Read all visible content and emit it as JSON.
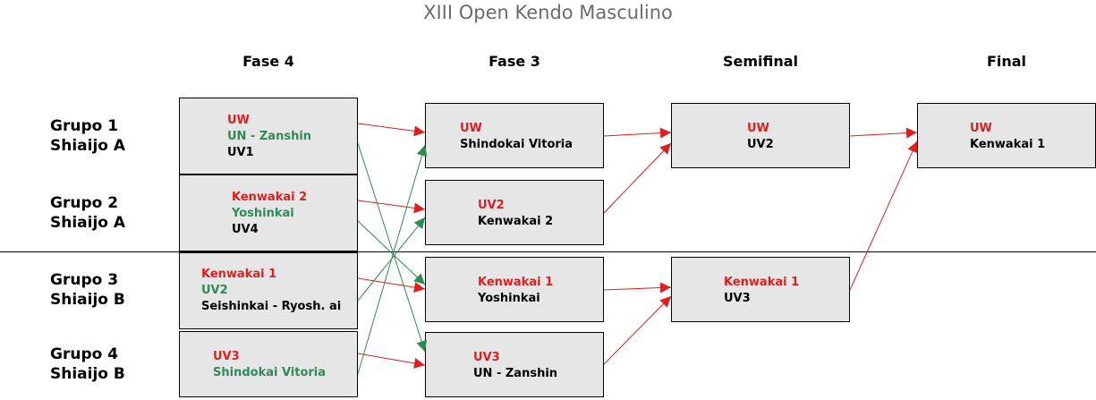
{
  "title": "XIII Open Kendo Masculino",
  "columns": [
    "Fase 4",
    "Fase 3",
    "Semifinal",
    "Final"
  ],
  "groups": [
    {
      "line1": "Grupo 1",
      "line2": "Shiaijo A"
    },
    {
      "line1": "Grupo 2",
      "line2": "Shiaijo A"
    },
    {
      "line1": "Grupo 3",
      "line2": "Shiaijo B"
    },
    {
      "line1": "Grupo 4",
      "line2": "Shiaijo B"
    }
  ],
  "fase4": [
    {
      "first": "UW",
      "second": "UN - Zanshin",
      "third": "UV1"
    },
    {
      "first": "Kenwakai 2",
      "second": "Yoshinkai",
      "third": "UV4"
    },
    {
      "first": "Kenwakai 1",
      "second": "UV2",
      "third": "Seishinkai - Ryosh. ai"
    },
    {
      "first": "UV3",
      "second": "Shindokai Vitoria"
    }
  ],
  "fase3": [
    {
      "winner": "UW",
      "opponent": "Shindokai Vitoria"
    },
    {
      "winner": "UV2",
      "opponent": "Kenwakai 2"
    },
    {
      "winner": "Kenwakai 1",
      "opponent": "Yoshinkai"
    },
    {
      "winner": "UV3",
      "opponent": "UN - Zanshin"
    }
  ],
  "semifinal": [
    {
      "winner": "UW",
      "opponent": "UV2"
    },
    {
      "winner": "Kenwakai 1",
      "opponent": "UV3"
    }
  ],
  "final": {
    "winner": "UW",
    "opponent": "Kenwakai 1"
  },
  "colors": {
    "red": "#e01e1e",
    "green": "#2e8b57",
    "box": "#e6e6e6",
    "title": "#6b6b6b"
  }
}
